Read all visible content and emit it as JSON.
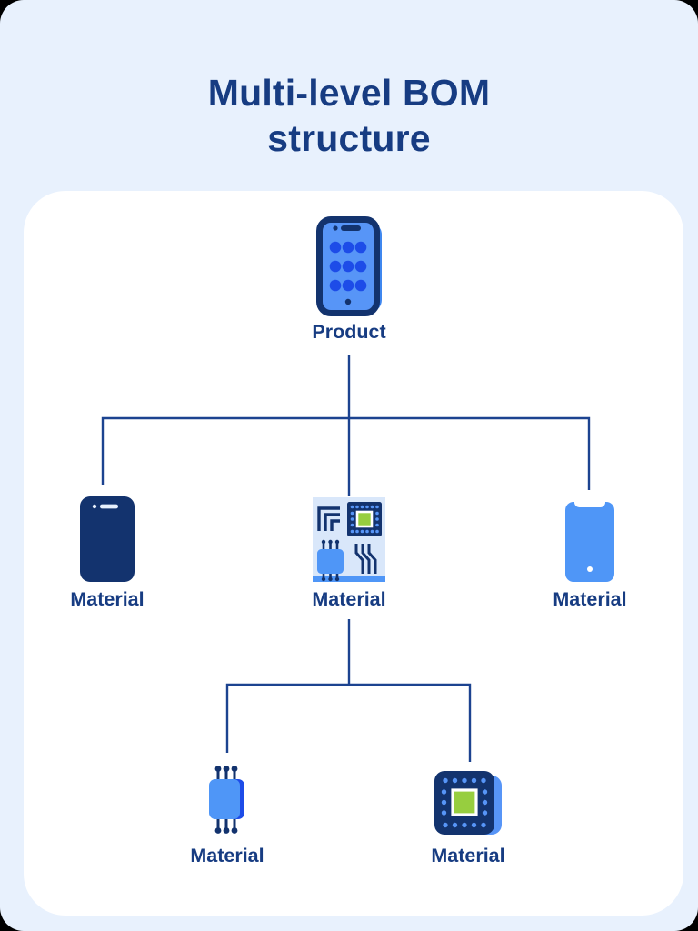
{
  "title": {
    "line1": "Multi-level BOM",
    "line2": "structure"
  },
  "tree": {
    "root": {
      "label": "Product",
      "icon": "smartphone-icon"
    },
    "level1": [
      {
        "label": "Material",
        "icon": "phone-back-panel-icon"
      },
      {
        "label": "Material",
        "icon": "circuit-board-icon"
      },
      {
        "label": "Material",
        "icon": "phone-shell-icon"
      }
    ],
    "level2": [
      {
        "label": "Material",
        "icon": "electronic-component-icon"
      },
      {
        "label": "Material",
        "icon": "microchip-icon"
      }
    ],
    "level2_parent": "Material (circuit board)"
  },
  "colors": {
    "page_background": "#000000",
    "canvas_background": "#e8f1fd",
    "card_background": "#ffffff",
    "heading_text": "#173c82",
    "label_text": "#173c82",
    "connector_line": "#1c4390",
    "icon_navy": "#13336e",
    "icon_blue": "#4f96f7",
    "icon_screen_blue": "#5795f7",
    "icon_dot_blue": "#1d4ce8",
    "icon_board_background": "#d9e7fa",
    "icon_green": "#97ce3f"
  }
}
